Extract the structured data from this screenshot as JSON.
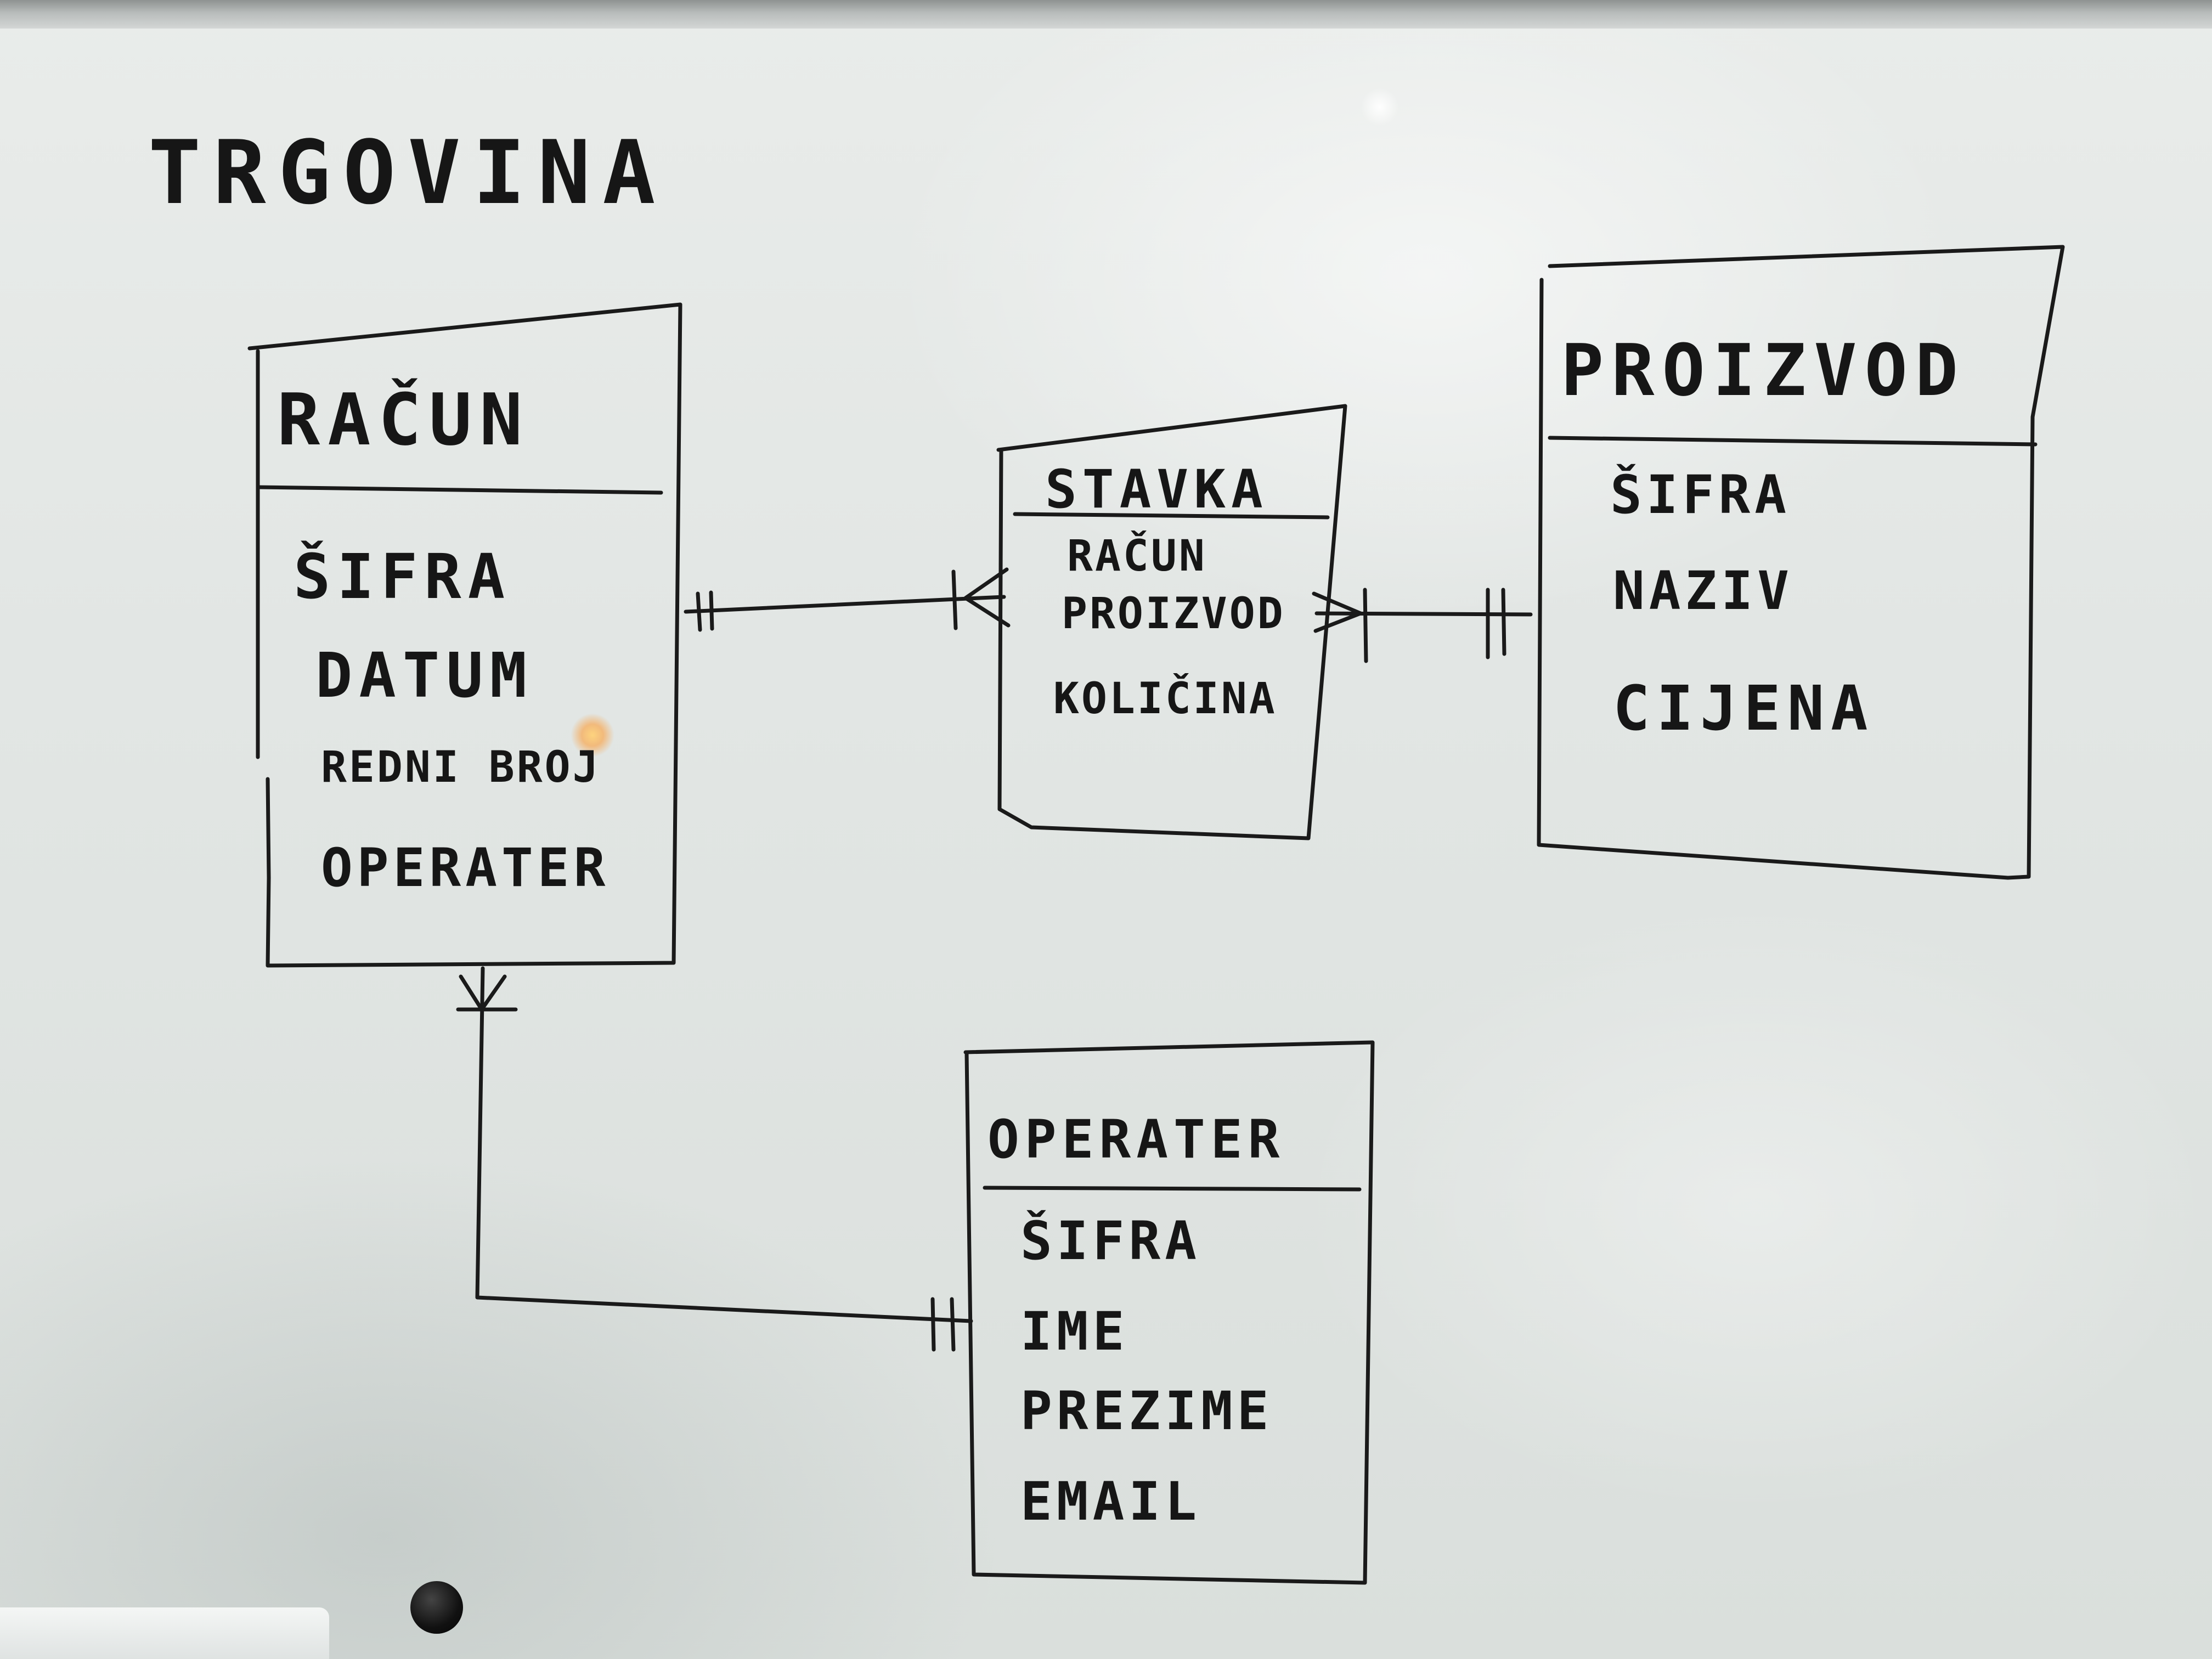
{
  "title": "TRGOVINA",
  "entities": {
    "racun": {
      "name": "RAČUN",
      "attributes": [
        "ŠIFRA",
        "DATUM",
        "REDNI BROJ",
        "OPERATER"
      ]
    },
    "stavka": {
      "name": "STAVKA",
      "attributes": [
        "RAČUN",
        "PROIZVOD",
        "KOLIČINA"
      ]
    },
    "proizvod": {
      "name": "PROIZVOD",
      "attributes": [
        "ŠIFRA",
        "NAZIV",
        "CIJENA"
      ]
    },
    "operater": {
      "name": "OPERATER",
      "attributes": [
        "ŠIFRA",
        "IME",
        "PREZIME",
        "EMAIL"
      ]
    }
  },
  "relationships": [
    {
      "from": "racun",
      "to": "stavka",
      "from_cardinality": "one-and-only-one",
      "to_cardinality": "one-or-many"
    },
    {
      "from": "stavka",
      "to": "proizvod",
      "from_cardinality": "one-or-many",
      "to_cardinality": "one-and-only-one"
    },
    {
      "from": "operater",
      "to": "racun",
      "from_cardinality": "one-and-only-one",
      "to_cardinality": "one-or-many"
    }
  ],
  "colors": {
    "ink": "#1a1a1a",
    "board": "#e4e7e5"
  }
}
